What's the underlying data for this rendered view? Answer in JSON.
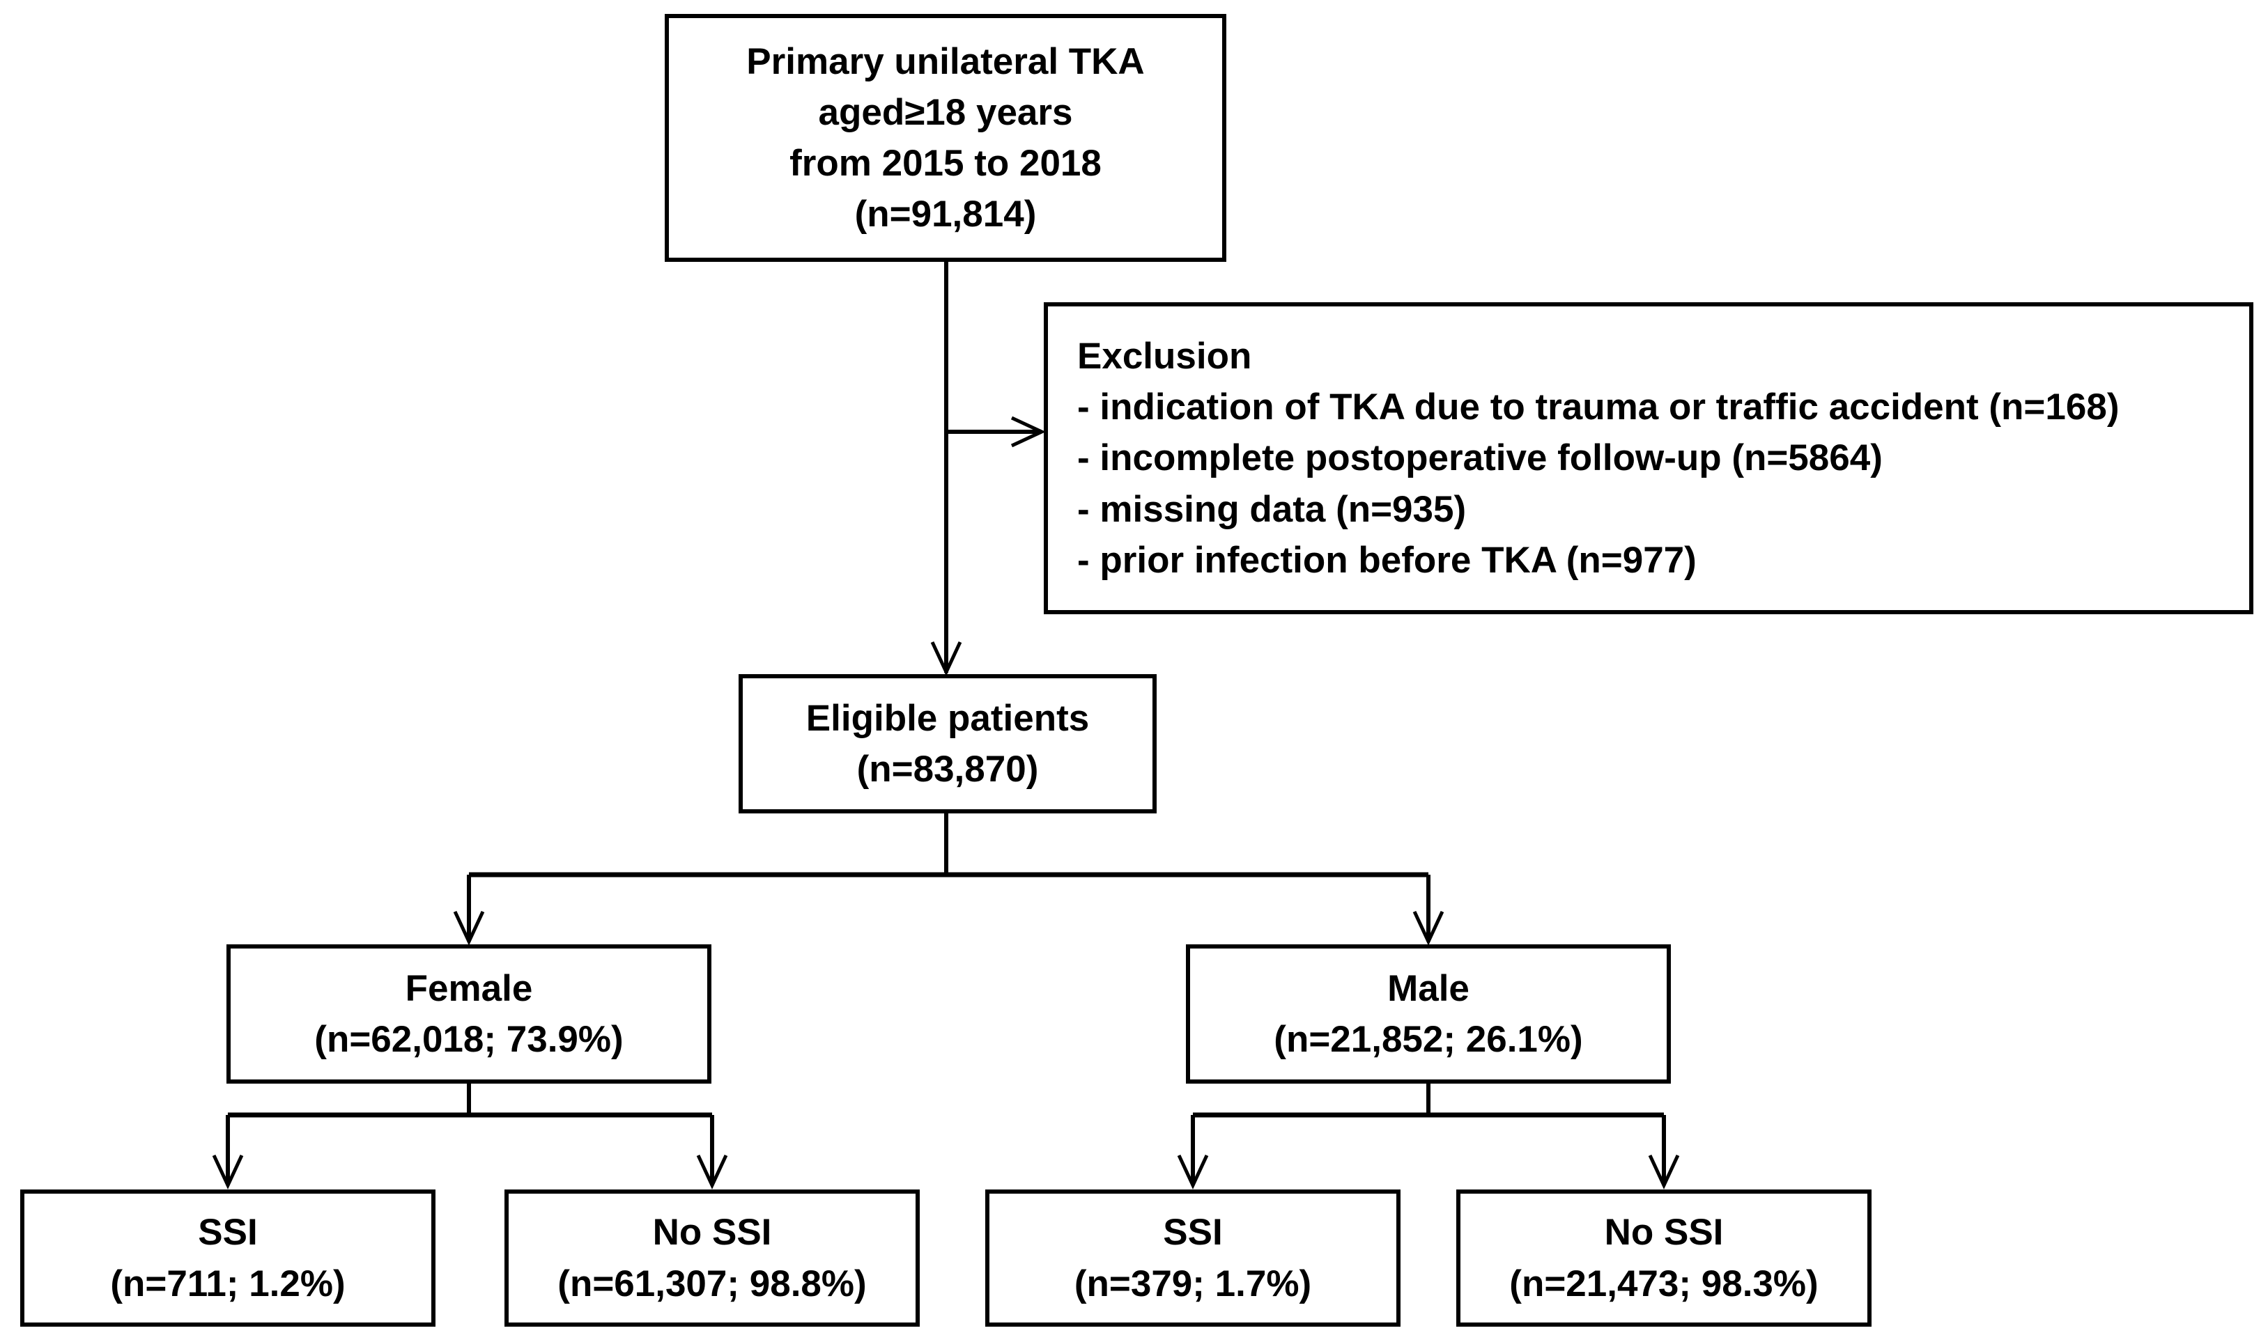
{
  "diagram": {
    "colors": {
      "background": "#ffffff",
      "line": "#000000",
      "text": "#000000",
      "box_border": "#000000"
    },
    "nodes": {
      "primary": {
        "lines": [
          "Primary unilateral TKA",
          "aged≥18 years",
          "from 2015 to 2018",
          "(n=91,814)"
        ]
      },
      "exclusion": {
        "title": "Exclusion",
        "items": [
          "- indication of TKA due to trauma or traffic accident (n=168)",
          "- incomplete postoperative follow-up (n=5864)",
          "- missing data (n=935)",
          "- prior infection before TKA (n=977)"
        ]
      },
      "eligible": {
        "lines": [
          "Eligible patients",
          "(n=83,870)"
        ]
      },
      "female": {
        "lines": [
          "Female",
          "(n=62,018; 73.9%)"
        ]
      },
      "male": {
        "lines": [
          "Male",
          "(n=21,852; 26.1%)"
        ]
      },
      "female_ssi": {
        "lines": [
          "SSI",
          "(n=711; 1.2%)"
        ]
      },
      "female_no_ssi": {
        "lines": [
          "No SSI",
          "(n=61,307; 98.8%)"
        ]
      },
      "male_ssi": {
        "lines": [
          "SSI",
          "(n=379; 1.7%)"
        ]
      },
      "male_no_ssi": {
        "lines": [
          "No SSI",
          "(n=21,473; 98.3%)"
        ]
      }
    }
  }
}
